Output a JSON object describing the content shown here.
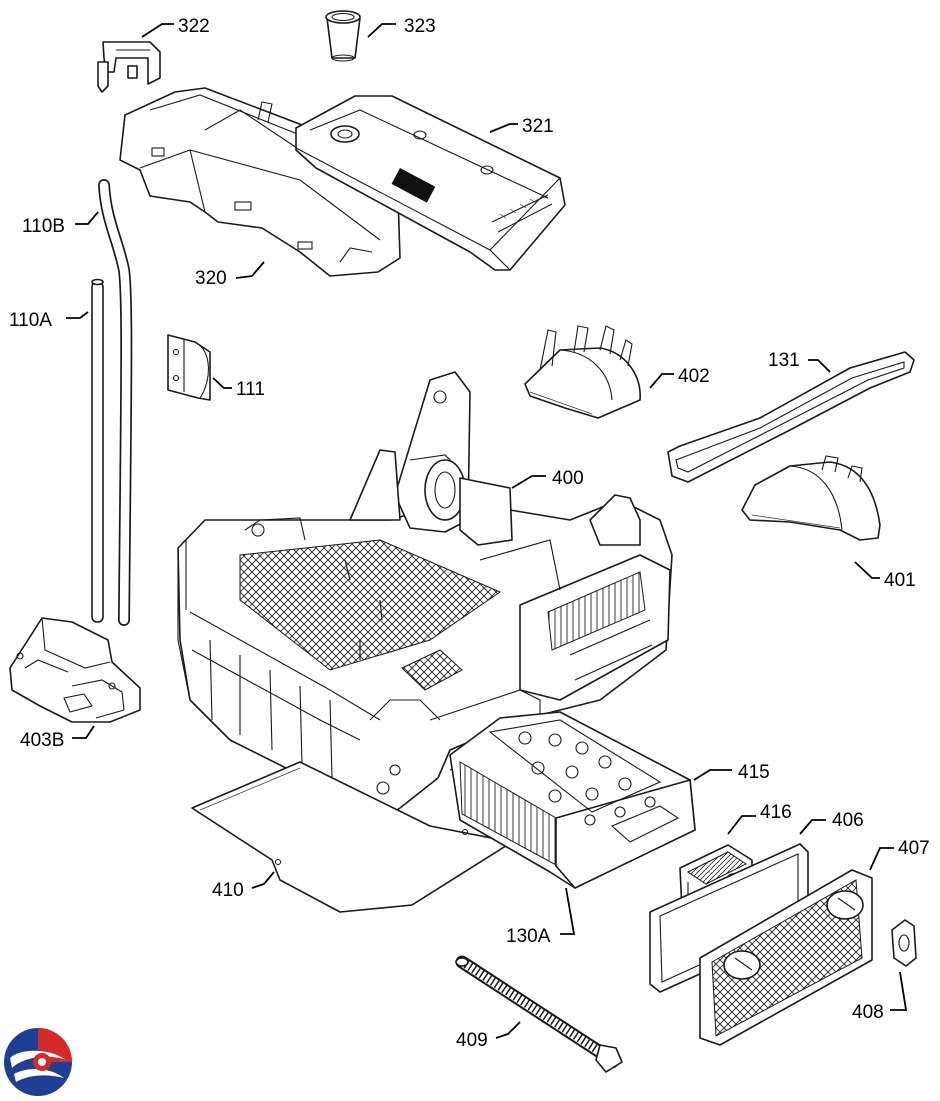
{
  "labels": {
    "p322": "322",
    "p323": "323",
    "p321": "321",
    "p110b": "110B",
    "p320": "320",
    "p110a": "110A",
    "p111": "111",
    "p402": "402",
    "p131": "131",
    "p400": "400",
    "p401": "401",
    "p403b": "403B",
    "p415": "415",
    "p416": "416",
    "p406": "406",
    "p407": "407",
    "p410": "410",
    "p130a": "130A",
    "p408": "408",
    "p409": "409"
  },
  "colors": {
    "line": "#1a1a1a",
    "logo_red": "#d42a2a",
    "logo_blue": "#1f3f95"
  }
}
